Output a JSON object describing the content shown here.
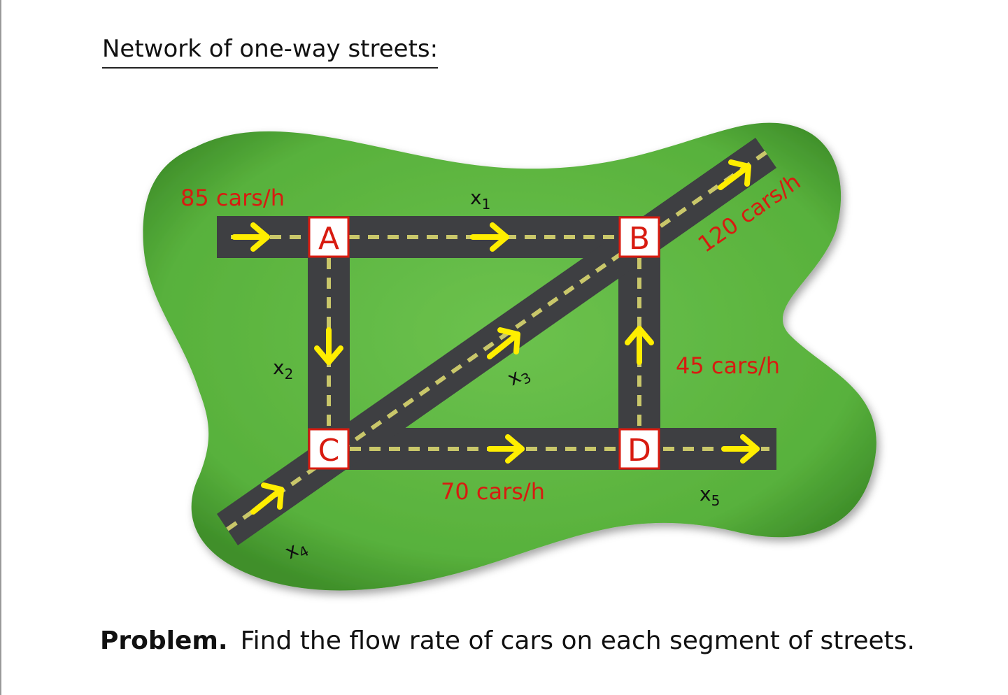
{
  "heading": "Network of one-way streets:",
  "problem": {
    "lead": "Problem.",
    "text": "Find the flow rate of cars on each segment of streets."
  },
  "nodes": {
    "A": "A",
    "B": "B",
    "C": "C",
    "D": "D"
  },
  "flows": {
    "in_a": "85 cars/h",
    "out_b": "120 cars/h",
    "out_d_up": "45 cars/h",
    "c_to_d": "70 cars/h"
  },
  "variables": {
    "x1": {
      "base": "x",
      "sub": "1"
    },
    "x2": {
      "base": "x",
      "sub": "2"
    },
    "x3": {
      "base": "x",
      "sub": "3"
    },
    "x4": {
      "base": "x",
      "sub": "4"
    },
    "x5": {
      "base": "x",
      "sub": "5"
    }
  },
  "colors": {
    "grass": "#5fb844",
    "road": "#3e3f42",
    "lane": "#c9c76a",
    "arrow": "#ffee00",
    "label_red": "#d81b10"
  }
}
